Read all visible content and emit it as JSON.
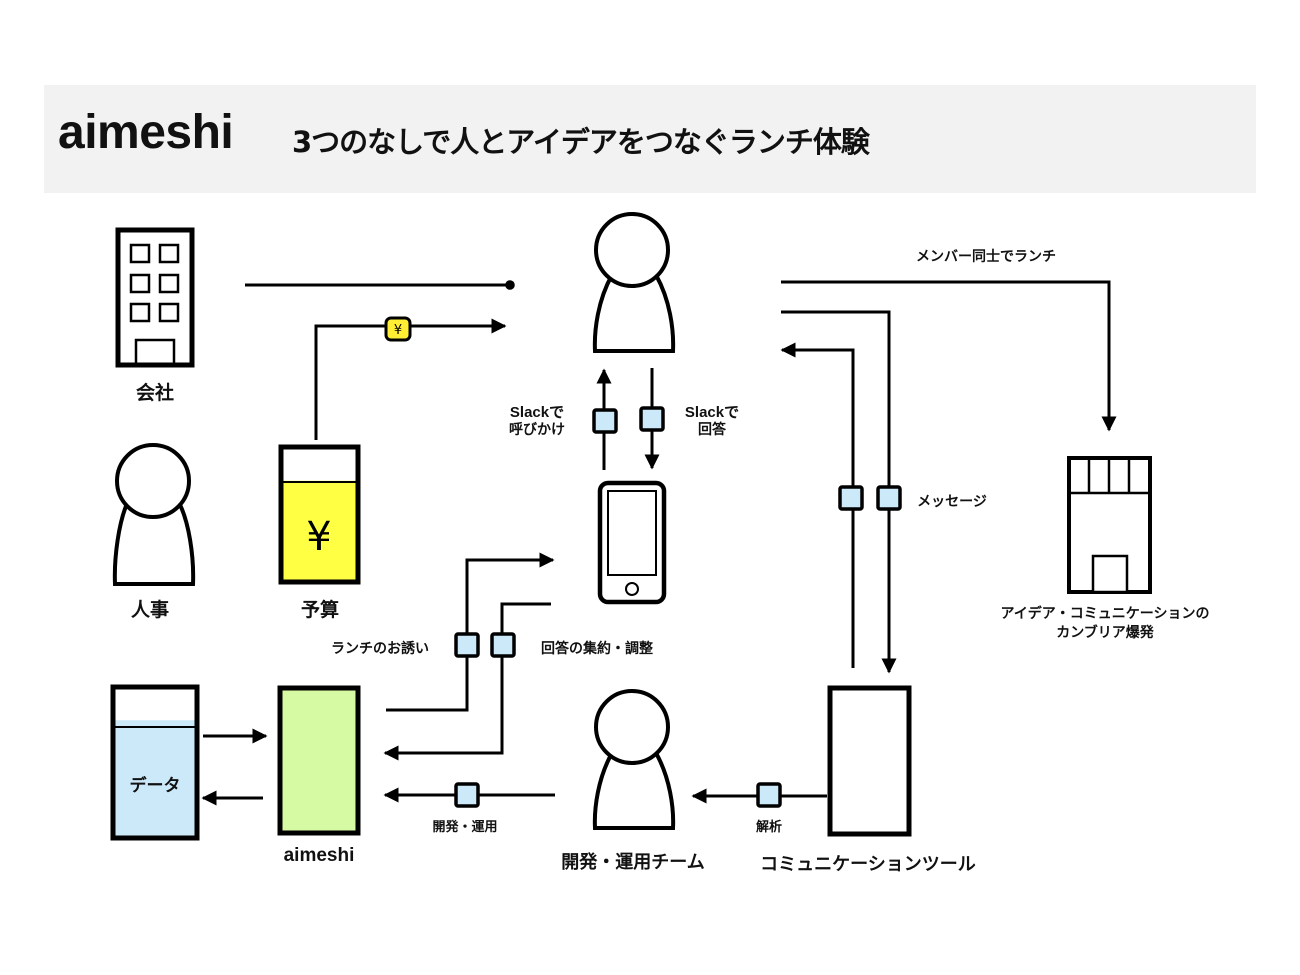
{
  "header": {
    "title": "aimeshi",
    "subtitle": "3つのなしで人とアイデアをつなぐランチ体験"
  },
  "nodes": {
    "company": {
      "label": "会社",
      "icon": "office-building-icon"
    },
    "hr": {
      "label": "人事",
      "icon": "person-icon"
    },
    "budget": {
      "label": "予算",
      "icon": "yen-container-icon",
      "symbol": "¥",
      "fill_color": "#ffff44",
      "fill_fraction": 0.75
    },
    "member": {
      "label": "",
      "icon": "person-icon"
    },
    "smartphone": {
      "label": "",
      "icon": "smartphone-icon"
    },
    "data": {
      "label": "データ",
      "icon": "database-container-icon",
      "fill_color": "#cce9f9",
      "fill_fraction": 0.78
    },
    "aimeshi": {
      "label": "aimeshi",
      "icon": "application-box",
      "fill_color": "#d6f9a3"
    },
    "dev_team": {
      "label": "開発・運用チーム",
      "icon": "person-icon"
    },
    "comm_tool": {
      "label": "コミュニケーションツール",
      "icon": "tool-box"
    },
    "cambrian": {
      "label_line1": "アイデア・コミュニケーションの",
      "label_line2": "カンブリア爆発",
      "icon": "store-building-icon"
    }
  },
  "edges": {
    "budget_to_member": {
      "badge": "¥",
      "badge_color": "#ffee33"
    },
    "slack_call": {
      "label_line1": "Slackで",
      "label_line2": "呼びかけ"
    },
    "slack_answer": {
      "label_line1": "Slackで",
      "label_line2": "回答"
    },
    "lunch_invite": {
      "label": "ランチのお誘い"
    },
    "answer_aggregate": {
      "label": "回答の集約・調整"
    },
    "dev_ops": {
      "label": "開発・運用"
    },
    "analysis": {
      "label": "解析"
    },
    "message": {
      "label": "メッセージ"
    },
    "member_lunch": {
      "label": "メンバー同士でランチ"
    }
  },
  "colors": {
    "header_bg": "#f2f2f2",
    "message_box": "#cce9f9",
    "stroke": "#000000"
  }
}
